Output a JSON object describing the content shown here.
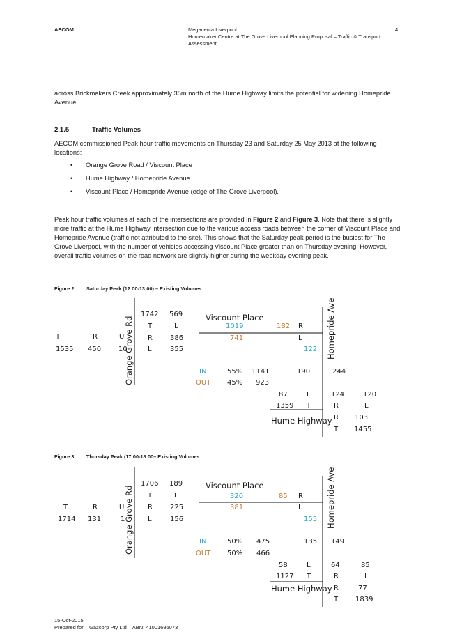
{
  "header": {
    "company": "AECOM",
    "doc_line1": "Megacenta Liverpool",
    "doc_line2": "Homemaker Centre at The Grove Liverpool Planning Proposal – Traffic & Transport Assessment",
    "page_number": "4"
  },
  "intro_paragraph": "across Brickmakers Creek approximately 35m north of the Hume Highway limits the potential for widening Homepride Avenue.",
  "section": {
    "number": "2.1.5",
    "title": "Traffic Volumes",
    "intro": "AECOM commissioned Peak hour traffic movements on Thursday 23 and Saturday 25 May 2013 at the following locations:",
    "bullets": [
      "Orange Grove Road / Viscount Place",
      "Hume Highway / Homepride Avenue",
      "Viscount Place / Homepride Avenue (edge of The Grove Liverpool)."
    ],
    "para2": {
      "t1": "Peak hour traffic volumes at each of the intersections are provided in ",
      "fig2": "Figure 2",
      "t2": " and ",
      "fig3": "Figure 3",
      "t3": ".  Note that there is slightly more traffic at the Hume Highway intersection due to the various access roads between the corner of Viscount Place and Homepride Avenue (traffic not attributed to the site). This shows that the Saturday peak period is the busiest for The Grove Liverpool, with the number of vehicles accessing Viscount Place greater than on Thursday evening. However, overall traffic volumes on the road network are slightly higher during the weekday evening peak."
    }
  },
  "colors": {
    "in_blue": "#2aa6c8",
    "out_orange": "#c27a2c",
    "text": "#1a1a1a"
  },
  "figures": [
    {
      "label": "Figure 2",
      "caption": "Saturday Peak (12:00-13:00) – Existing Volumes",
      "streets": {
        "orange_grove": "Orange Grove Rd",
        "viscount": "Viscount Place",
        "homepride": "Homepride Ave",
        "hume": "Hume Highway"
      },
      "og_west": {
        "h_t": "T",
        "h_r": "R",
        "h_u": "U",
        "v_t": "1535",
        "v_r": "450",
        "v_u": "10"
      },
      "og_top": {
        "a": "1742",
        "b": "569",
        "h_t": "T",
        "h_l": "L"
      },
      "og_right": {
        "r_lbl": "R",
        "r_val": "386",
        "l_lbl": "L",
        "l_val": "355"
      },
      "vis": {
        "blue_top": "1019",
        "orange_top": "182",
        "r_lbl": "R",
        "orange_mid": "741",
        "l_lbl": "L",
        "blue_right": "122"
      },
      "split": {
        "in_lbl": "IN",
        "in_pct": "55%",
        "in_val": "1141",
        "out_lbl": "OUT",
        "out_pct": "45%",
        "out_val": "923"
      },
      "hp": {
        "left": "190",
        "right": "244"
      },
      "hume_left": {
        "a": "87",
        "a_lbl": "L",
        "b": "1359",
        "b_lbl": "T"
      },
      "hume_right": {
        "c1": "124",
        "c2": "120",
        "l_r": "R",
        "l_l": "L",
        "r_lbl": "R",
        "r_val": "103",
        "t_lbl": "T",
        "t_val": "1455"
      }
    },
    {
      "label": "Figure 3",
      "caption": "Thursday Peak (17:00-18:00– Existing Volumes",
      "streets": {
        "orange_grove": "Orange Grove Rd",
        "viscount": "Viscount Place",
        "homepride": "Homepride Ave",
        "hume": "Hume Highway"
      },
      "og_west": {
        "h_t": "T",
        "h_r": "R",
        "h_u": "U",
        "v_t": "1714",
        "v_r": "131",
        "v_u": "1"
      },
      "og_top": {
        "a": "1706",
        "b": "189",
        "h_t": "T",
        "h_l": "L"
      },
      "og_right": {
        "r_lbl": "R",
        "r_val": "225",
        "l_lbl": "L",
        "l_val": "156"
      },
      "vis": {
        "blue_top": "320",
        "orange_top": "85",
        "r_lbl": "R",
        "orange_mid": "381",
        "l_lbl": "L",
        "blue_right": "155"
      },
      "split": {
        "in_lbl": "IN",
        "in_pct": "50%",
        "in_val": "475",
        "out_lbl": "OUT",
        "out_pct": "50%",
        "out_val": "466"
      },
      "hp": {
        "left": "135",
        "right": "149"
      },
      "hume_left": {
        "a": "58",
        "a_lbl": "L",
        "b": "1127",
        "b_lbl": "T"
      },
      "hume_right": {
        "c1": "64",
        "c2": "85",
        "l_r": "R",
        "l_l": "L",
        "r_lbl": "R",
        "r_val": "77",
        "t_lbl": "T",
        "t_val": "1839"
      }
    }
  ],
  "footer": {
    "date": "15-Oct-2015",
    "prepared": "Prepared for – Gazcorp Pty Ltd – ABN: 41001696073"
  }
}
